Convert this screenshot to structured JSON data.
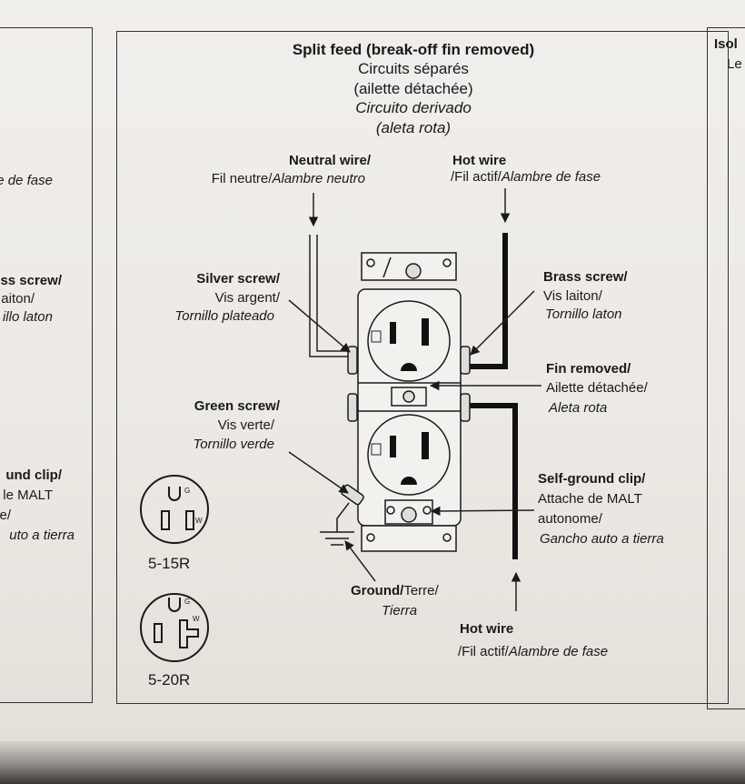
{
  "title": {
    "en": "Split feed (break-off fin removed)",
    "fr1": "Circuits séparés",
    "fr2": "(ailette détachée)",
    "es1": "Circuito derivado",
    "es2": "(aleta rota)"
  },
  "neutral_wire": {
    "en": "Neutral wire/",
    "fr": "Fil neutre/",
    "es": "Alambre neutro"
  },
  "hot_wire_top": {
    "en": "Hot wire",
    "fr": "/Fil actif/",
    "es": "Alambre de fase"
  },
  "silver_screw": {
    "en": "Silver screw/",
    "fr": "Vis argent/",
    "es": "Tornillo plateado"
  },
  "brass_screw": {
    "en": "Brass screw/",
    "fr": "Vis laiton/",
    "es": "Tornillo laton"
  },
  "fin_removed": {
    "en": "Fin removed/",
    "fr": "Ailette détachée/",
    "es": "Aleta rota"
  },
  "green_screw": {
    "en": "Green screw/",
    "fr": "Vis verte/",
    "es": "Tornillo verde"
  },
  "self_ground_clip": {
    "en": "Self-ground clip/",
    "fr1": "Attache de MALT",
    "fr2": "autonome/",
    "es": "Gancho auto a tierra"
  },
  "ground": {
    "en": "Ground/",
    "fr": "Terre/",
    "es": "Tierra"
  },
  "hot_wire_bottom": {
    "en": "Hot wire",
    "fr": "/Fil actif/",
    "es": "Alambre de fase"
  },
  "receptacle_15": {
    "label": "5-15R",
    "g": "G",
    "w": "W"
  },
  "receptacle_20": {
    "label": "5-20R",
    "g": "G",
    "w": "W"
  },
  "left_panel": {
    "line1": "e de fase",
    "line2": "ss screw/",
    "line3": "aiton/",
    "line4": "illo laton",
    "line5": "und clip/",
    "line6": "le MALT",
    "line7": "e/",
    "line8": "uto a tierra"
  },
  "right_panel": {
    "line1": "Isol",
    "line2": "Le"
  }
}
